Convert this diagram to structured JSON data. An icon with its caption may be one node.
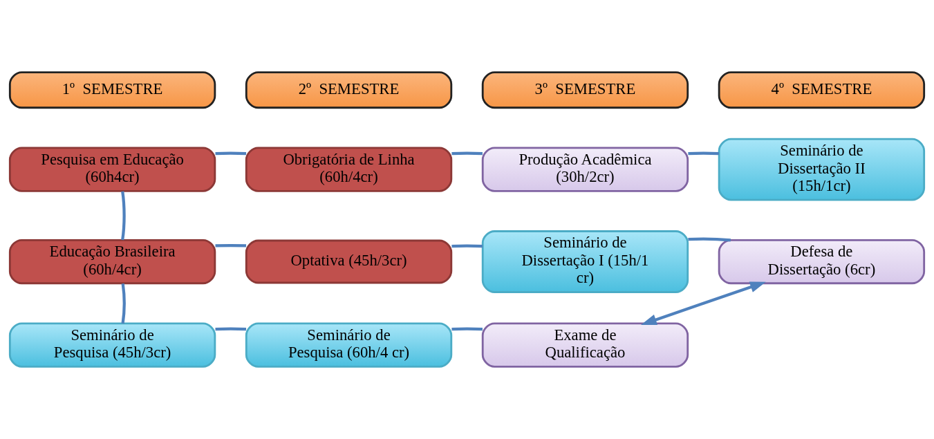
{
  "diagram": {
    "nodes": [
      {
        "text": [
          "1º  SEMESTRE"
        ]
      },
      {
        "text": [
          "2º  SEMESTRE"
        ]
      },
      {
        "text": [
          "3º  SEMESTRE"
        ]
      },
      {
        "text": [
          "4º  SEMESTRE"
        ]
      },
      {
        "text": [
          "Pesquisa em Educação (60h4cr)"
        ]
      },
      {
        "text": [
          "Obrigatória de Linha (60h/4cr)"
        ]
      },
      {
        "text": [
          "Produção Acadêmica (30h/2cr)"
        ]
      },
      {
        "text": [
          "Seminário de Dissertação II (15h/1cr)"
        ]
      },
      {
        "text": [
          "Educação Brasileira (60h/4cr)"
        ]
      },
      {
        "text": [
          "Optativa (45h/3cr)"
        ]
      },
      {
        "text": [
          "Seminário de Dissertação I (15h/1 cr)"
        ]
      },
      {
        "text": [
          "Defesa de Dissertação (6cr)"
        ]
      },
      {
        "text": [
          "Seminário de Pesquisa (45h/3cr)"
        ]
      },
      {
        "text": [
          "Seminário de Pesquisa (60h/4 cr)"
        ]
      },
      {
        "text": [
          "Exame de Qualificação"
        ]
      }
    ],
    "edges": [
      {
        "from": 4,
        "to": 5,
        "arrow": "none"
      },
      {
        "from": 5,
        "to": 6,
        "arrow": "none"
      },
      {
        "from": 6,
        "to": 7,
        "arrow": "none"
      },
      {
        "from": 4,
        "to": 8,
        "arrow": "none"
      },
      {
        "from": 8,
        "to": 9,
        "arrow": "none"
      },
      {
        "from": 9,
        "to": 10,
        "arrow": "none"
      },
      {
        "from": 10,
        "to": 11,
        "arrow": "none"
      },
      {
        "from": 8,
        "to": 12,
        "arrow": "none"
      },
      {
        "from": 12,
        "to": 13,
        "arrow": "none"
      },
      {
        "from": 13,
        "to": 14,
        "arrow": "none"
      },
      {
        "from": 14,
        "to": 11,
        "arrow": "both"
      }
    ]
  }
}
